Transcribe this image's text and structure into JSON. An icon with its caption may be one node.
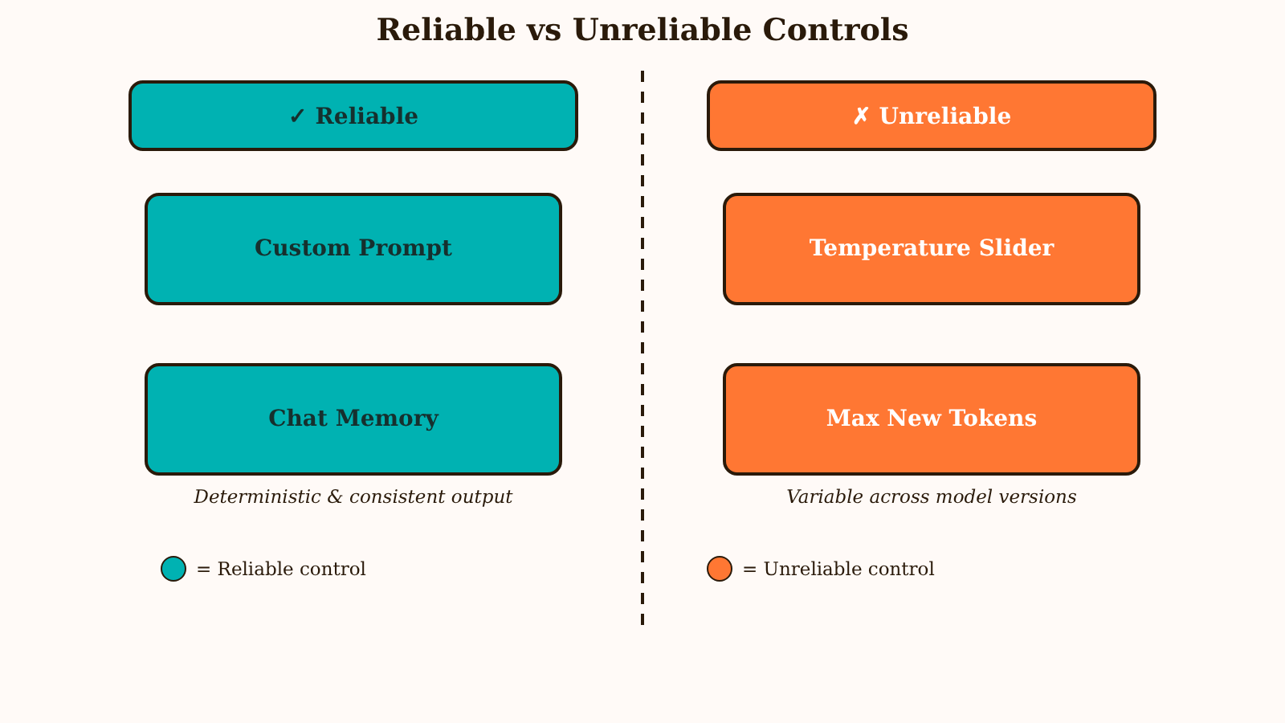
{
  "diagram": {
    "title": "Reliable vs Unreliable Controls",
    "nodes": [
      {
        "text": [
          "✓ Reliable"
        ]
      },
      {
        "text": [
          "✗ Unreliable"
        ]
      },
      {
        "text": [
          "Custom Prompt"
        ]
      },
      {
        "text": [
          "Temperature Slider"
        ]
      },
      {
        "text": [
          "Chat Memory"
        ],
        "beside": [
          "Deterministic & consistent output"
        ]
      },
      {
        "text": [
          "Max New Tokens"
        ],
        "beside": [
          "Variable across model versions"
        ]
      }
    ],
    "legend": [
      {
        "text": "= Reliable control",
        "color": "#00b2b2"
      },
      {
        "text": "= Unreliable control",
        "color": "#ff7733"
      }
    ]
  }
}
